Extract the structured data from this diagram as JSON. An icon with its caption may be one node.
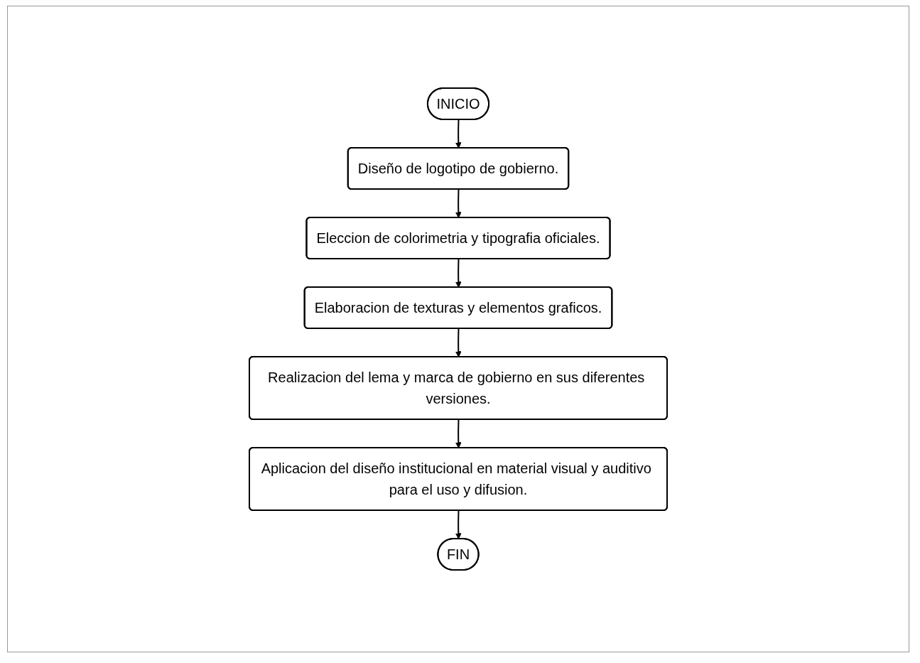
{
  "diagram": {
    "nodes": [
      {
        "text": [
          "INICIO"
        ]
      },
      {
        "text": [
          "Diseño de logotipo de gobierno."
        ]
      },
      {
        "text": [
          "Eleccion de colorimetria y tipografia oficiales."
        ]
      },
      {
        "text": [
          "Elaboracion de texturas y elementos graficos."
        ]
      },
      {
        "text": [
          "Realizacion del lema y marca de gobierno en sus diferentes versiones."
        ]
      },
      {
        "text": [
          "Aplicacion del diseño institucional en material visual y auditivo para el uso y difusion."
        ]
      },
      {
        "text": [
          "FIN"
        ]
      }
    ],
    "edges": [
      {
        "from": 0,
        "to": 1,
        "arrow": "to"
      },
      {
        "from": 1,
        "to": 2,
        "arrow": "to"
      },
      {
        "from": 2,
        "to": 3,
        "arrow": "to"
      },
      {
        "from": 3,
        "to": 4,
        "arrow": "to"
      },
      {
        "from": 4,
        "to": 5,
        "arrow": "to"
      },
      {
        "from": 5,
        "to": 6,
        "arrow": "to"
      }
    ]
  }
}
